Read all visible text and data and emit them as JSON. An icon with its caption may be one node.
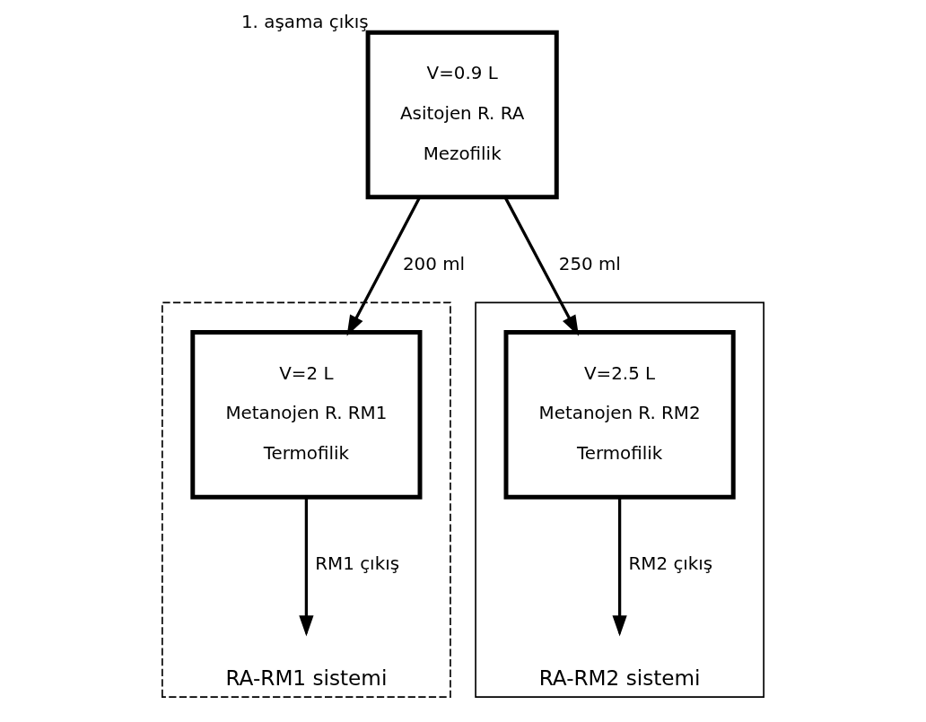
{
  "diagram": {
    "nodes": [
      {
        "text": [
          "RA-RM1 sistemi"
        ]
      },
      {
        "text": [
          "RA-RM2 sistemi"
        ]
      },
      {
        "text": [
          "V=0.9 L",
          "Asitojen R. RA",
          "Mezofilik"
        ],
        "beside": [
          "1. aşama çıkış"
        ]
      },
      {
        "text": [
          "V=2 L",
          "Metanojen R. RM1",
          "Termofilik"
        ],
        "in": 0
      },
      {
        "text": [
          "V=2.5 L",
          "Metanojen R. RM2",
          "Termofilik"
        ],
        "in": 1
      }
    ],
    "edges": [
      {
        "from": 2,
        "to": 3,
        "arrow": "to",
        "label": "200 ml"
      },
      {
        "from": 2,
        "to": 4,
        "arrow": "to",
        "label": "250 ml"
      },
      {
        "from": 3,
        "to": null,
        "arrow": "to",
        "label": "RM1 çıkış"
      },
      {
        "from": 4,
        "to": null,
        "arrow": "to",
        "label": "RM2 çıkış"
      }
    ]
  }
}
